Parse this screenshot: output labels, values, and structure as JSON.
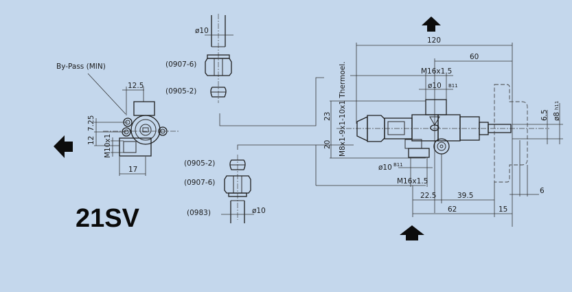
{
  "title": "21SV",
  "colors": {
    "background": "#c4d7ec",
    "ink": "#1a1a1a"
  },
  "side_view": {
    "bypass_label": "By-Pass (MIN)",
    "dim_width_top": "12.5",
    "dim_vert_upper": "7.25",
    "dim_vert_lower": "12",
    "thread_label": "M10x1",
    "dim_width_bottom": "17"
  },
  "top_fittings": {
    "diameter_label": "ø10",
    "nut_part": "(0907-6)",
    "olive_part": "(0905-2)"
  },
  "bottom_fittings": {
    "olive_part": "(0905-2)",
    "nut_part": "(0907-6)",
    "pipe_part": "(0983)",
    "diameter_label": "ø10"
  },
  "front_view": {
    "thermo_label": "M8x1-9x1-10x1  Thermoel.",
    "dim_total": "120",
    "dim_half": "60",
    "thread_top": "M16x1.5",
    "bore_top": "ø10",
    "bore_top_tol": "B11",
    "dim_up": "23",
    "dim_down": "20",
    "bore_bottom": "ø10",
    "bore_bottom_tol": "B11",
    "thread_bottom": "M16x1.5",
    "dim_a": "22.5",
    "dim_b": "39.5",
    "dim_c": "62",
    "dim_d": "15",
    "dim_e": "6",
    "dim_f": "6.5",
    "shaft_dia": "ø8",
    "shaft_tol": "h11"
  },
  "flow_arrows": [
    "left",
    "up",
    "up"
  ]
}
